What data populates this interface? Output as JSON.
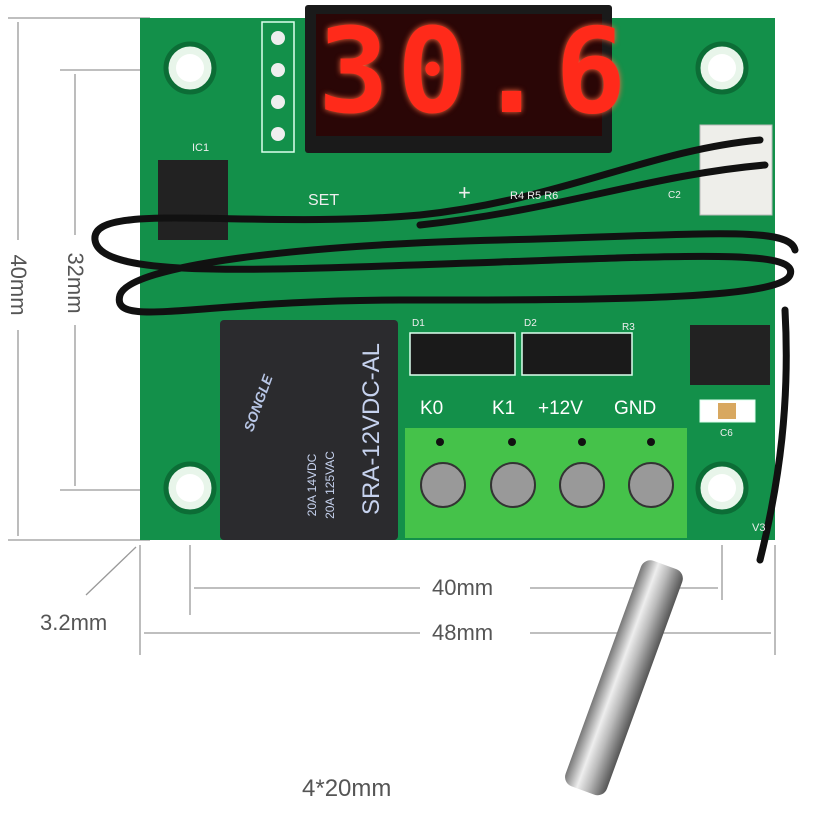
{
  "display": {
    "digits": "30.6"
  },
  "board_labels": {
    "ic": "IC1",
    "set": "SET",
    "plus": "+",
    "minus": "−",
    "resistors": "R4 R5 R6",
    "d1": "D1",
    "d2": "D2",
    "r3": "R3",
    "c6": "C6",
    "v3": "V3",
    "c2": "C2"
  },
  "relay": {
    "brand": "SONGLE",
    "model": "SRA-12VDC-AL",
    "rating1": "20A 14VDC",
    "rating2": "20A 125VAC"
  },
  "terminals": [
    "K0",
    "K1",
    "+12V",
    "GND"
  ],
  "dimensions": {
    "height_outer": "40mm",
    "height_inner": "32mm",
    "width_inner": "40mm",
    "width_outer": "48mm",
    "thickness": "3.2mm",
    "probe": "4*20mm"
  },
  "colors": {
    "pcb": "#13904a",
    "display_red": "#ff2a1a",
    "terminal": "#45c24a"
  }
}
